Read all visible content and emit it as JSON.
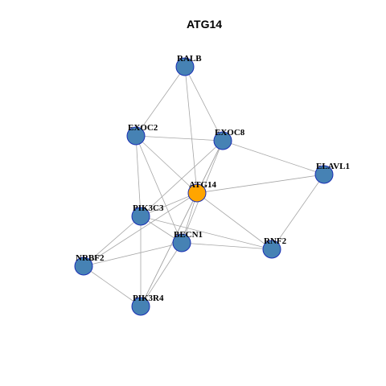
{
  "title": "ATG14",
  "colors": {
    "node_fill": "#4682b4",
    "hub_fill": "#ffa500",
    "node_stroke": "#1a2fb5",
    "edge": "#a6a6a6"
  },
  "nodes": [
    {
      "id": "RALB",
      "label": "RALB",
      "hub": false
    },
    {
      "id": "EXOC2",
      "label": "EXOC2",
      "hub": false
    },
    {
      "id": "EXOC8",
      "label": "EXOC8",
      "hub": false
    },
    {
      "id": "ELAVL1",
      "label": "ELAVL1",
      "hub": false
    },
    {
      "id": "ATG14",
      "label": "ATG14",
      "hub": true
    },
    {
      "id": "PIK3C3",
      "label": "PIK3C3",
      "hub": false
    },
    {
      "id": "BECN1",
      "label": "BECN1",
      "hub": false
    },
    {
      "id": "RNF2",
      "label": "RNF2",
      "hub": false
    },
    {
      "id": "NRBF2",
      "label": "NRBF2",
      "hub": false
    },
    {
      "id": "PIK3R4",
      "label": "PIK3R4",
      "hub": false
    }
  ],
  "edges": [
    [
      "RALB",
      "EXOC2"
    ],
    [
      "RALB",
      "EXOC8"
    ],
    [
      "RALB",
      "ATG14"
    ],
    [
      "EXOC2",
      "EXOC8"
    ],
    [
      "EXOC2",
      "ATG14"
    ],
    [
      "EXOC2",
      "PIK3C3"
    ],
    [
      "EXOC2",
      "BECN1"
    ],
    [
      "EXOC8",
      "ELAVL1"
    ],
    [
      "EXOC8",
      "ATG14"
    ],
    [
      "EXOC8",
      "PIK3C3"
    ],
    [
      "EXOC8",
      "BECN1"
    ],
    [
      "EXOC8",
      "PIK3R4"
    ],
    [
      "ELAVL1",
      "ATG14"
    ],
    [
      "ELAVL1",
      "RNF2"
    ],
    [
      "ATG14",
      "PIK3C3"
    ],
    [
      "ATG14",
      "BECN1"
    ],
    [
      "ATG14",
      "RNF2"
    ],
    [
      "ATG14",
      "NRBF2"
    ],
    [
      "ATG14",
      "PIK3R4"
    ],
    [
      "PIK3C3",
      "BECN1"
    ],
    [
      "PIK3C3",
      "RNF2"
    ],
    [
      "PIK3C3",
      "NRBF2"
    ],
    [
      "PIK3C3",
      "PIK3R4"
    ],
    [
      "BECN1",
      "RNF2"
    ],
    [
      "BECN1",
      "NRBF2"
    ],
    [
      "BECN1",
      "PIK3R4"
    ],
    [
      "NRBF2",
      "PIK3R4"
    ]
  ]
}
